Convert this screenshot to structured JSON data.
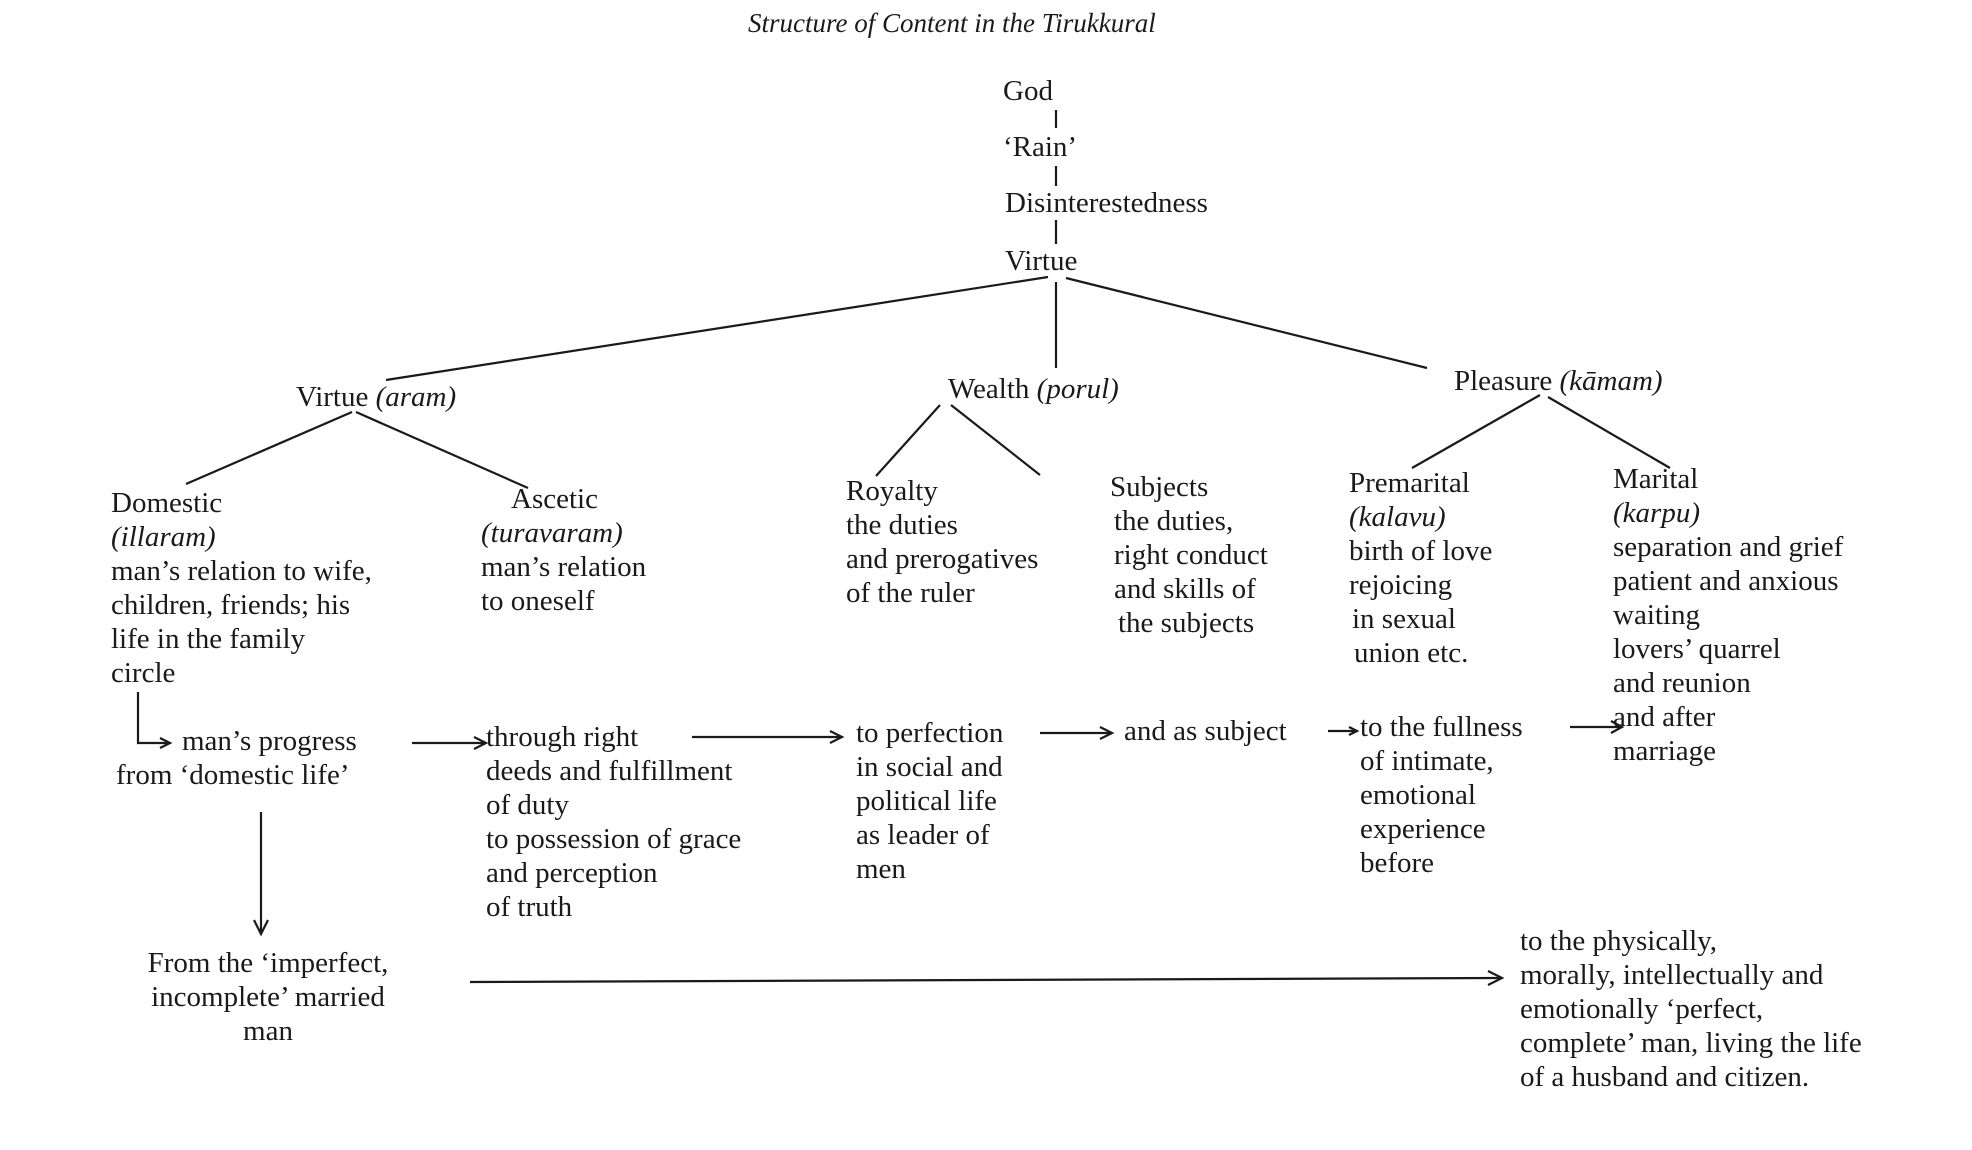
{
  "title": "Structure of Content in the Tirukkural",
  "chain": [
    "God",
    "‘Rain’",
    "Disinterestedness",
    "Virtue"
  ],
  "categories": {
    "virtue": {
      "label": "Virtue",
      "term": "(aram)"
    },
    "wealth": {
      "label": "Wealth",
      "term": "(porul)"
    },
    "pleasure": {
      "label": "Pleasure",
      "term": "(kāmam)"
    }
  },
  "subcategories": {
    "domestic": {
      "label": "Domestic",
      "term": "(illaram)",
      "desc": [
        "man’s relation to wife,",
        "children, friends; his",
        "life in the family",
        "circle"
      ]
    },
    "ascetic": {
      "label": "Ascetic",
      "term": "(turavaram)",
      "desc": [
        "man’s relation",
        "to oneself"
      ]
    },
    "royalty": {
      "label": "Royalty",
      "desc": [
        "the duties",
        "and prerogatives",
        "of the ruler"
      ]
    },
    "subjects": {
      "label": "Subjects",
      "desc": [
        "the duties,",
        "right conduct",
        "and skills of",
        "the subjects"
      ]
    },
    "premarital": {
      "label": "Premarital",
      "term": "(kalavu)",
      "desc": [
        "birth of love",
        "rejoicing",
        "in sexual",
        "union etc."
      ]
    },
    "marital": {
      "label": "Marital",
      "term": "(karpu)",
      "desc": [
        "separation and grief",
        "patient and anxious",
        "waiting",
        "lovers’ quarrel",
        "and reunion",
        "and after",
        "marriage"
      ]
    }
  },
  "progress": {
    "step1": [
      "man’s progress",
      "from ‘domestic life’"
    ],
    "step2": [
      "through right",
      "deeds and fulfillment",
      "of duty",
      "to possession of grace",
      "and perception",
      "of truth"
    ],
    "step3": [
      "to perfection",
      "in social and",
      "political life",
      "as leader of",
      "men"
    ],
    "step4": [
      "and as subject"
    ],
    "step5": [
      "to the fullness",
      "of intimate,",
      "emotional",
      "experience",
      "before"
    ]
  },
  "outcome": {
    "from": [
      "From the ‘imperfect,",
      "incomplete’ married",
      "man"
    ],
    "to": [
      "to the physically,",
      "morally, intellectually and",
      "emotionally ‘perfect,",
      "complete’ man, living the life",
      "of a husband and citizen."
    ]
  }
}
